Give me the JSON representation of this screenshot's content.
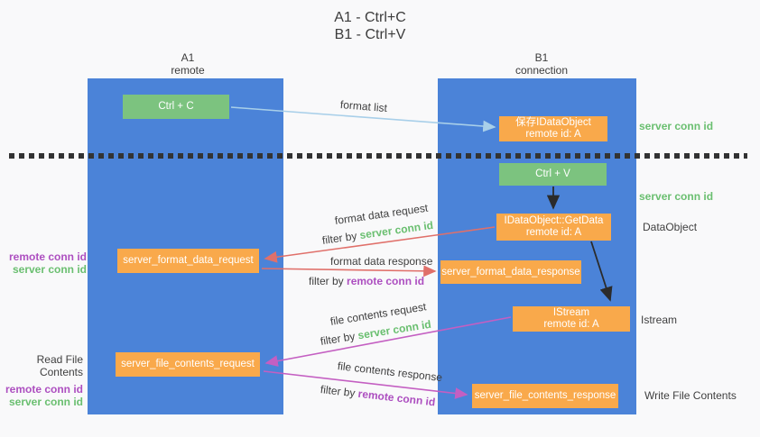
{
  "title": {
    "line1": "A1 - Ctrl+C",
    "line2": "B1 - Ctrl+V"
  },
  "lanes": {
    "a1": {
      "name": "A1",
      "subtitle": "remote"
    },
    "b1": {
      "name": "B1",
      "subtitle": "connection"
    }
  },
  "nodes": {
    "ctrl_c": {
      "label": "Ctrl + C"
    },
    "ctrl_v": {
      "label": "Ctrl + V"
    },
    "save_dataobject": {
      "line1": "保存IDataObject",
      "line2": "remote id: A"
    },
    "getdata": {
      "line1": "IDataObject::GetData",
      "line2": "remote id: A"
    },
    "istream": {
      "line1": "IStream",
      "line2": "remote id: A"
    },
    "format_request": {
      "label": "server_format_data_request"
    },
    "format_response": {
      "label": "server_format_data_response"
    },
    "file_request": {
      "label": "server_file_contents_request"
    },
    "file_response": {
      "label": "server_file_contents_response"
    }
  },
  "annotations": {
    "right": {
      "server_conn_id_top": "server conn id",
      "server_conn_id_mid": "server conn id",
      "dataobject": "DataObject",
      "istream": "Istream",
      "write_file_contents": "Write File Contents"
    },
    "left": {
      "remote_conn_id_format": "remote conn id",
      "server_conn_id_format": "server conn id",
      "read_file_contents": "Read File Contents",
      "remote_conn_id_file": "remote conn id",
      "server_conn_id_file": "server conn id"
    }
  },
  "flows": {
    "format_list": {
      "label": "format list"
    },
    "format_data": {
      "request_label": "format data request",
      "request_filter_prefix": "filter by",
      "request_filter_key": "server conn id",
      "response_label": "format data response",
      "response_filter_prefix": "filter by",
      "response_filter_key": "remote conn id"
    },
    "file_contents": {
      "request_label": "file contents request",
      "request_filter_prefix": "filter by",
      "request_filter_key": "server conn id",
      "response_label": "file contents response",
      "response_filter_prefix": "filter by",
      "response_filter_key": "remote conn id"
    }
  },
  "colors": {
    "lane_blue": "#4b83d8",
    "node_green": "#7cc37f",
    "node_orange": "#f9a94b",
    "arrow_lightblue": "#a8cfe9",
    "arrow_red": "#e0706a",
    "arrow_magenta": "#c45fc2",
    "arrow_black": "#2b2b2b",
    "text_green": "#6abf70",
    "text_purple": "#ad4fc0",
    "text_dark": "#3f3f3f"
  }
}
